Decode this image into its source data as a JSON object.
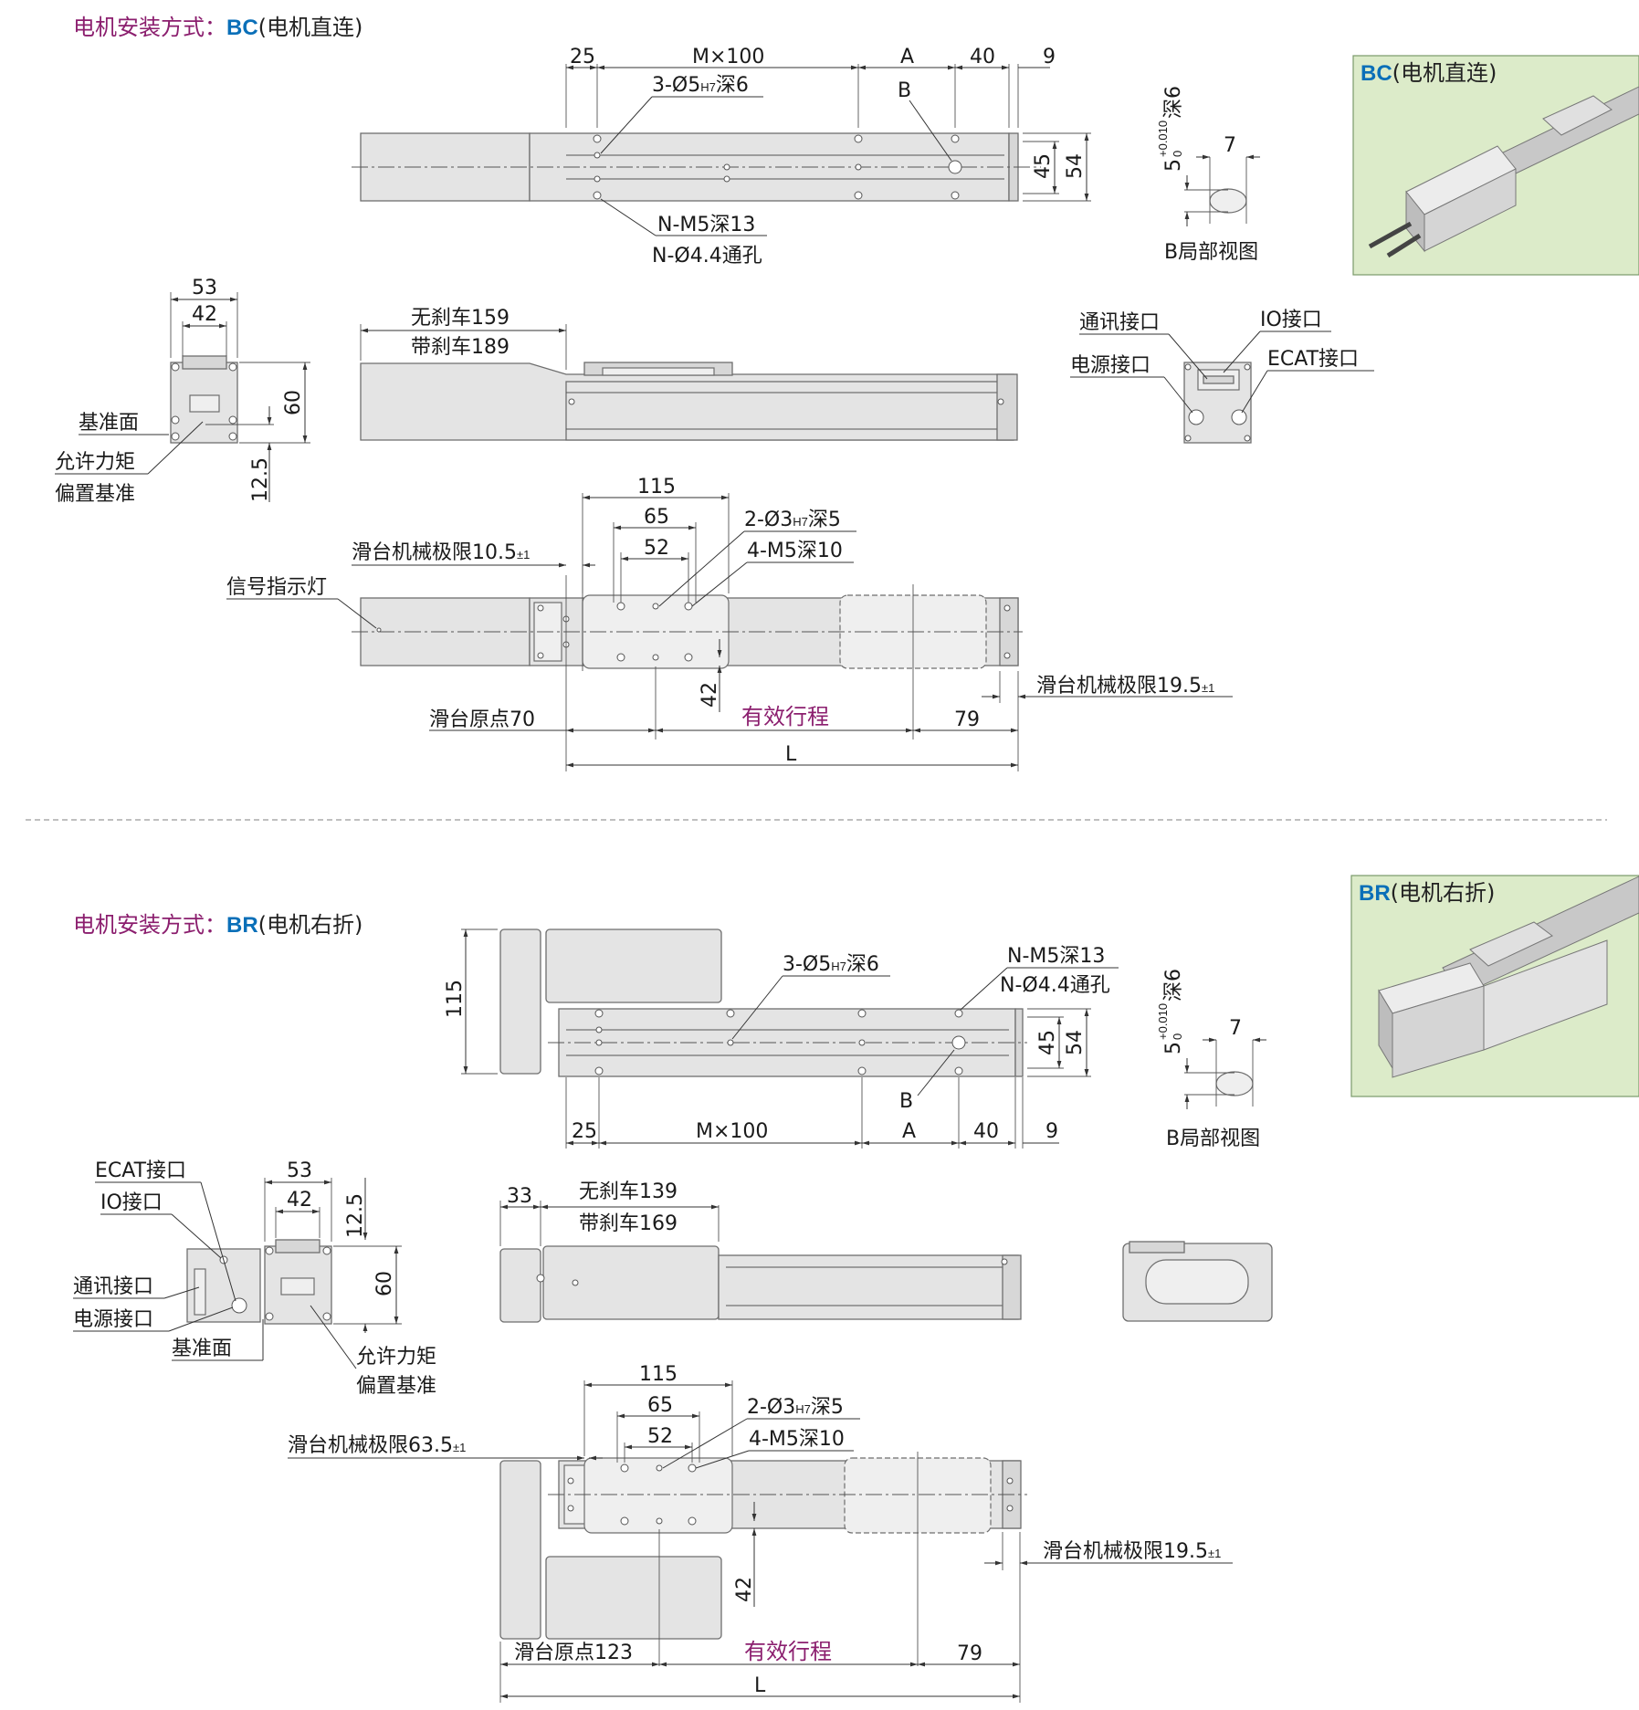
{
  "section_bc": {
    "title_prefix": "电机安装方式：",
    "title_code": "BC",
    "title_suffix": "(电机直连)",
    "photo_label_code": "BC",
    "photo_label_suffix": "(电机直连)",
    "top_dims": {
      "d25": "25",
      "m100": "M×100",
      "a": "A",
      "d40": "40",
      "d9": "9",
      "d45": "45",
      "d54": "54"
    },
    "pin_hole": "3-Ø5",
    "pin_hole_tol": "H7",
    "pin_hole_depth": "深6",
    "b_marker": "B",
    "thread_note": "N-M5深13",
    "through_note": "N-Ø4.4通孔",
    "b_view_label": "B局部视图",
    "b_view_dim5": "5",
    "b_view_tol_upper": "+0.010",
    "b_view_tol_lower": "0",
    "b_view_depth": "深6",
    "b_view_dim7": "7",
    "end_dims": {
      "d53": "53",
      "d42": "42",
      "d60": "60",
      "d12_5": "12.5"
    },
    "datum_face": "基准面",
    "moment_ref_1": "允许力矩",
    "moment_ref_2": "偏置基准",
    "no_brake": "无刹车159",
    "with_brake": "带刹车189",
    "comm_port": "通讯接口",
    "io_port": "IO接口",
    "power_port": "电源接口",
    "ecat_port": "ECAT接口",
    "slide_dims": {
      "d115": "115",
      "d65": "65",
      "d52": "52",
      "d42": "42",
      "d79": "79",
      "l": "L"
    },
    "pin_hole2": "2-Ø3",
    "pin_hole2_tol": "H7",
    "pin_hole2_depth": "深5",
    "thread_note2": "4-M5深10",
    "mech_limit_left": "滑台机械极限10.5",
    "mech_limit_left_tol": "±1",
    "signal_light": "信号指示灯",
    "origin": "滑台原点70",
    "stroke": "有效行程",
    "mech_limit_right": "滑台机械极限19.5",
    "mech_limit_right_tol": "±1"
  },
  "section_br": {
    "title_prefix": "电机安装方式：",
    "title_code": "BR",
    "title_suffix": "(电机右折)",
    "photo_label_code": "BR",
    "photo_label_suffix": "(电机右折)",
    "top_dims": {
      "d115": "115",
      "d25": "25",
      "m100": "M×100",
      "a": "A",
      "d40": "40",
      "d9": "9",
      "d45": "45",
      "d54": "54"
    },
    "pin_hole": "3-Ø5",
    "pin_hole_tol": "H7",
    "pin_hole_depth": "深6",
    "thread_note": "N-M5深13",
    "through_note": "N-Ø4.4通孔",
    "b_marker": "B",
    "b_view_label": "B局部视图",
    "b_view_dim5": "5",
    "b_view_tol_upper": "+0.010",
    "b_view_tol_lower": "0",
    "b_view_depth": "深6",
    "b_view_dim7": "7",
    "ecat_port": "ECAT接口",
    "io_port": "IO接口",
    "comm_port": "通讯接口",
    "power_port": "电源接口",
    "datum_face": "基准面",
    "moment_ref_1": "允许力矩",
    "moment_ref_2": "偏置基准",
    "end_dims": {
      "d53": "53",
      "d42": "42",
      "d12_5": "12.5",
      "d60": "60"
    },
    "d33": "33",
    "no_brake": "无刹车139",
    "with_brake": "带刹车169",
    "slide_dims": {
      "d115": "115",
      "d65": "65",
      "d52": "52",
      "d42": "42",
      "d79": "79",
      "l": "L"
    },
    "pin_hole2": "2-Ø3",
    "pin_hole2_tol": "H7",
    "pin_hole2_depth": "深5",
    "thread_note2": "4-M5深10",
    "mech_limit_left": "滑台机械极限63.5",
    "mech_limit_left_tol": "±1",
    "mech_limit_right": "滑台机械极限19.5",
    "mech_limit_right_tol": "±1",
    "origin": "滑台原点123",
    "stroke": "有效行程"
  }
}
